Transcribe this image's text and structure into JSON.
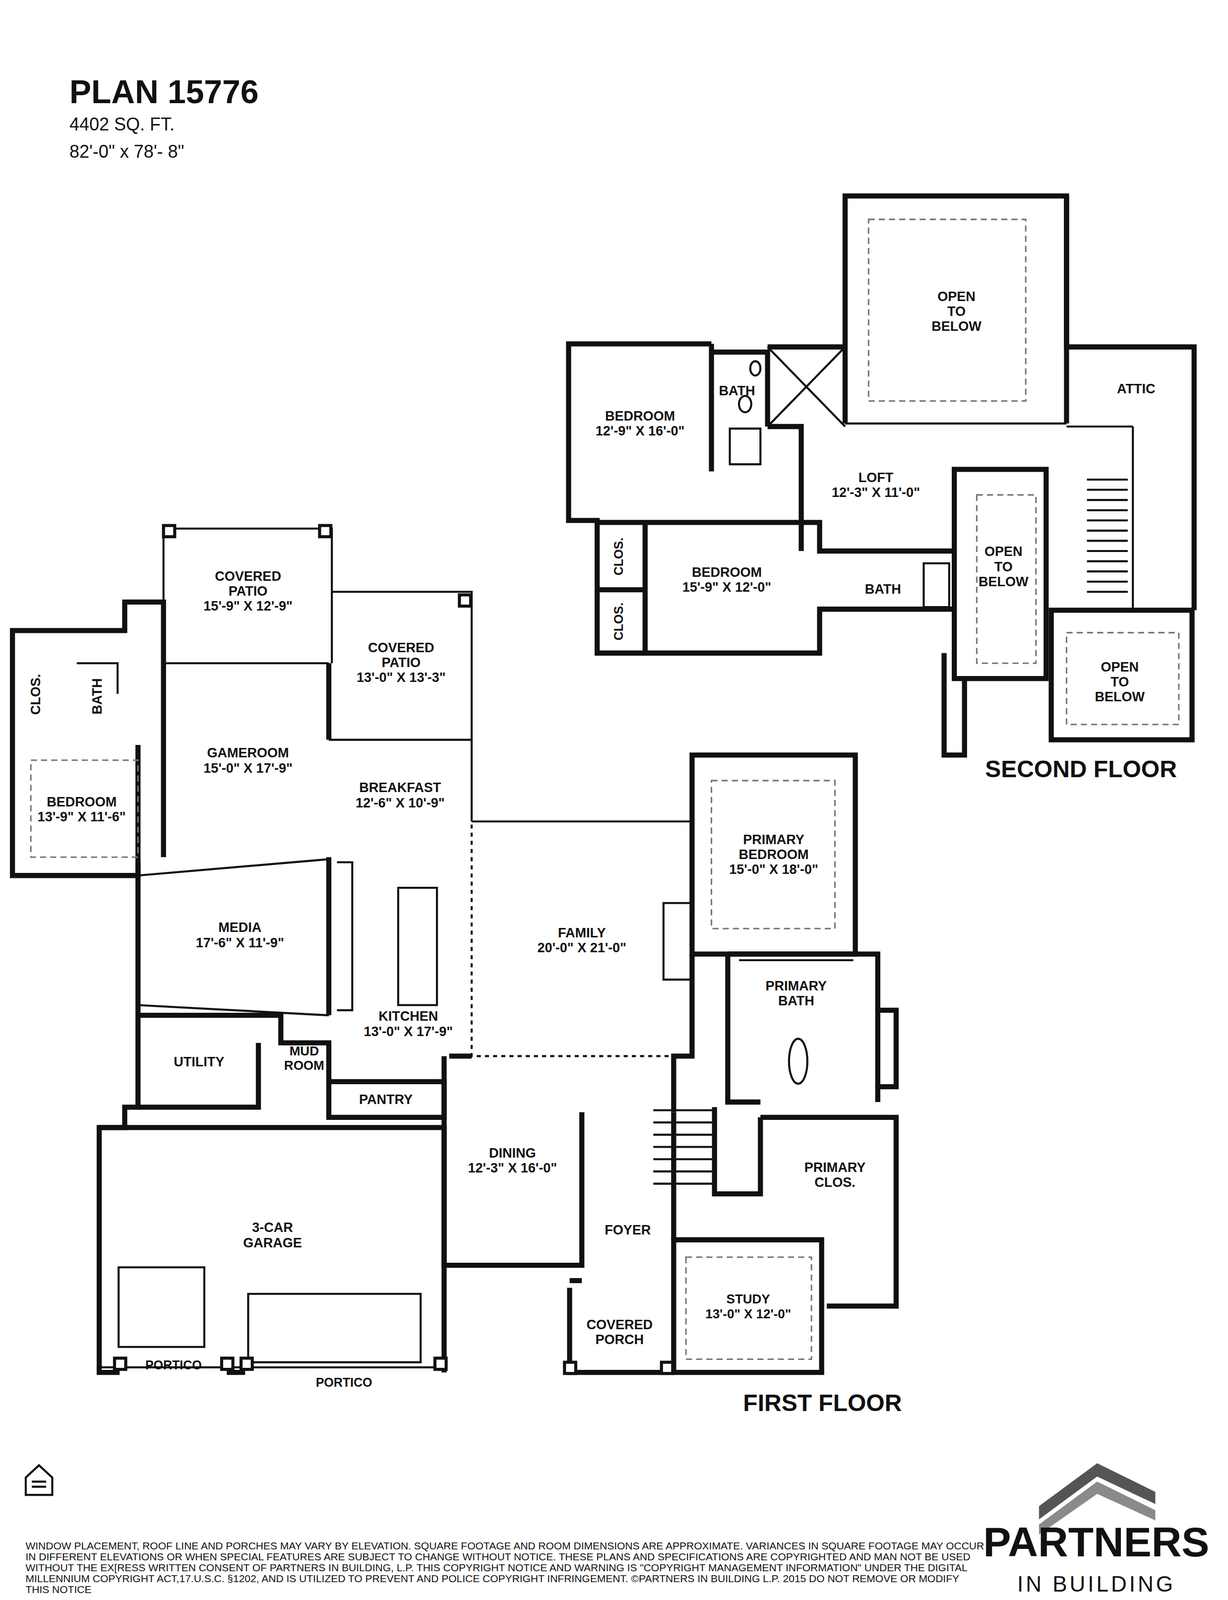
{
  "diagram": {
    "title": "PLAN 15776",
    "nodes": [
      {
        "text": [
          "OPEN TO BELOW"
        ]
      },
      {
        "text": [
          "BATH"
        ]
      },
      {
        "text": [
          "ATTIC"
        ]
      },
      {
        "text": [
          "BEDROOM",
          "12'-9\" X 16'-0\""
        ]
      },
      {
        "text": [
          "LOFT",
          "12'-3\" X 11'-0\""
        ]
      },
      {
        "text": [
          "CLOS."
        ]
      },
      {
        "text": [
          "BEDROOM",
          "15'-9\" X 12'-0\""
        ]
      },
      {
        "text": [
          "OPEN TO BELOW"
        ]
      },
      {
        "text": [
          "BATH"
        ]
      },
      {
        "text": [
          "CLOS."
        ]
      },
      {
        "text": [
          "OPEN TO BELOW"
        ]
      },
      {
        "text": [
          "COVERED PATIO",
          "15'-9\" X 12'-9\""
        ]
      },
      {
        "text": [
          "COVERED PATIO",
          "13'-0\" X 13'-3\""
        ]
      },
      {
        "text": [
          "CLOS."
        ]
      },
      {
        "text": [
          "BATH"
        ]
      },
      {
        "text": [
          "GAMEROOM",
          "15'-0\" X 17'-9\""
        ]
      },
      {
        "text": [
          "BREAKFAST",
          "12'-6\" X 10'-9\""
        ]
      },
      {
        "text": [
          "BEDROOM",
          "13'-9\" X 11'-6\""
        ]
      },
      {
        "text": [
          "PRIMARY BEDROOM",
          "15'-0\" X 18'-0\""
        ]
      },
      {
        "text": [
          "MEDIA",
          "17'-6\" X 11'-9\""
        ]
      },
      {
        "text": [
          "FAMILY",
          "20'-0\" X 21'-0\""
        ]
      },
      {
        "text": [
          "PRIMARY BATH"
        ]
      },
      {
        "text": [
          "KITCHEN",
          "13'-0\" X 17'-9\""
        ]
      },
      {
        "text": [
          "UTILITY"
        ]
      },
      {
        "text": [
          "MUD ROOM"
        ]
      },
      {
        "text": [
          "PANTRY"
        ]
      },
      {
        "text": [
          "DINING",
          "12'-3\" X 16'-0\""
        ]
      },
      {
        "text": [
          "PRIMARY CLOS."
        ]
      },
      {
        "text": [
          "FOYER"
        ]
      },
      {
        "text": [
          "3-CAR GARAGE"
        ]
      },
      {
        "text": [
          "STUDY",
          "13'-0\" X 12'-0\""
        ]
      },
      {
        "text": [
          "COVERED PORCH"
        ]
      },
      {
        "text": [
          "PORTICO"
        ]
      },
      {
        "text": [
          "PORTICO"
        ]
      }
    ],
    "labels": [
      "4402 SQ. FT.",
      "82'-0\" x 78'- 8\"",
      "SECOND FLOOR",
      "FIRST FLOOR",
      "WINDOW PLACEMENT, ROOF LINE AND PORCHES MAY VARY BY ELEVATION. SQUARE FOOTAGE AND ROOM DIMENSIONS ARE APPROXIMATE. VARIANCES IN SQUARE FOOTAGE MAY OCCUR IN DIFFERENT ELEVATIONS OR WHEN SPECIAL FEATURES ARE SUBJECT TO CHANGE WITHOUT NOTICE. THESE PLANS AND SPECIFICATIONS ARE COPYRIGHTED AND MAN NOT BE USED WITHOUT THE EX[RESS WRITTEN CONSENT OF PARTNERS IN BUILDING, L.P. THIS COPYRIGHT NOTICE AND WARNING IS \"COPYRIGHT MANAGEMENT INFORMATION\" UNDER THE DIGITAL MILLENNIUM COPYRIGHT ACT,17.U.S.C. §1202, AND IS UTILIZED TO PREVENT AND POLICE COPYRIGHT INFRINGEMENT. ©PARTNERS IN BUILDING L.P. 2015 DO NOT REMOVE OR MODIFY THIS NOTICE",
      "PARTNERS",
      "IN BUILDING"
    ]
  }
}
